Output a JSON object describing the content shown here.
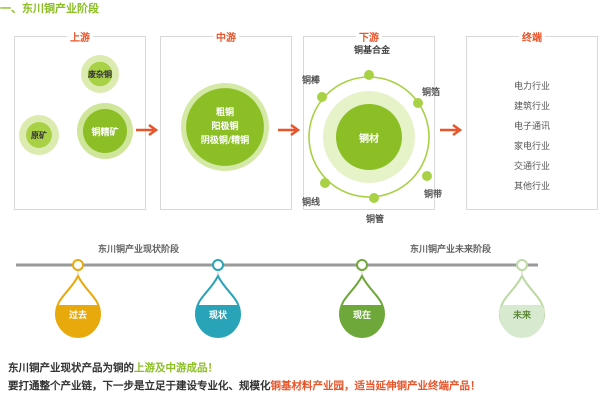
{
  "title": "一、东川铜产业阶段",
  "panels": {
    "upstream": {
      "title": "上游",
      "scrap": "废杂铜",
      "ore": "原矿",
      "concentrate": "铜精矿"
    },
    "midstream": {
      "title": "中游",
      "lines": [
        "粗铜",
        "阳极铜",
        "阴极铜/精铜"
      ]
    },
    "downstream": {
      "title": "下游",
      "center": "铜材",
      "items": {
        "alloy": "铜基合金",
        "rod": "铜棒",
        "foil": "铜箔",
        "wire": "铜线",
        "strip": "铜带",
        "tube": "铜管"
      }
    },
    "terminal": {
      "title": "终端",
      "items": [
        "电力行业",
        "建筑行业",
        "电子通讯",
        "家电行业",
        "交通行业",
        "其他行业"
      ]
    }
  },
  "timeline": {
    "current_stage_label": "东川铜产业现状阶段",
    "future_stage_label": "东川铜产业未来阶段",
    "drops": [
      {
        "label": "过去",
        "color": "#e8a90c"
      },
      {
        "label": "现状",
        "color": "#29a3b8"
      },
      {
        "label": "现在",
        "color": "#6fa83a"
      },
      {
        "label": "未来",
        "color": "#bcd9a3"
      }
    ]
  },
  "bottom": {
    "line1_prefix": "东川铜产业现状产品为铜的",
    "line1_highlight": "上游及中游成品！",
    "line2_prefix": "要打通整个产业链，下一步是立足于建设专业化、规模化",
    "line2_highlight": "铜基材料产业园，适当延伸铜产业终端产品！"
  },
  "colors": {
    "accent_green": "#8cbf26",
    "accent_orange": "#e8552b",
    "arrow": "#e8552b"
  }
}
